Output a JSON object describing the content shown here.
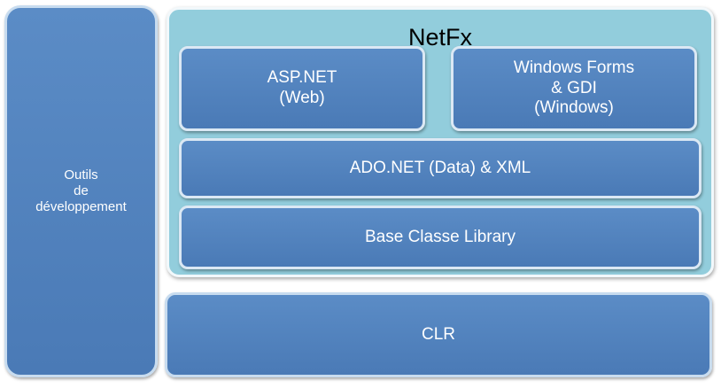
{
  "tools": {
    "lines": [
      "Outils",
      "de",
      "développement"
    ]
  },
  "netfx": {
    "title": "NetFx",
    "aspnet": {
      "lines": [
        "ASP.NET",
        "(Web)"
      ]
    },
    "winforms": {
      "lines": [
        "Windows Forms",
        "& GDI",
        "(Windows)"
      ]
    },
    "ado": {
      "label": "ADO.NET (Data) & XML"
    },
    "bcl": {
      "label": "Base Classe Library"
    }
  },
  "clr": {
    "label": "CLR"
  },
  "colors": {
    "box_blue": "#4f81bd",
    "netfx_bg": "#92cddc",
    "text": "#ffffff",
    "title_text": "#000000"
  }
}
